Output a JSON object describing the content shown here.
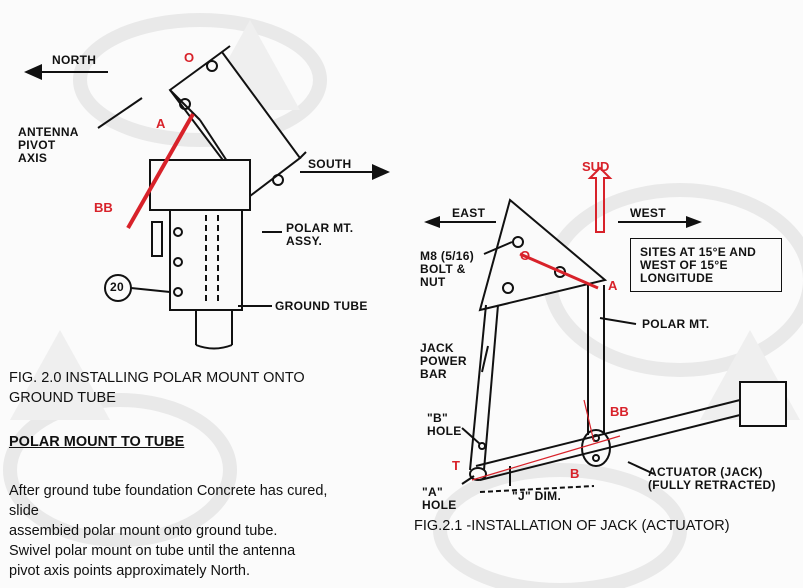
{
  "fig_left": {
    "label_north": "NORTH",
    "label_south": "SOUTH",
    "label_pivot_axis": "ANTENNA\nPIVOT\nAXIS",
    "label_polar_assy": "POLAR MT.\nASSY.",
    "label_ground_tube": "GROUND TUBE",
    "label_part_number": "20",
    "marker_O": "O",
    "marker_A": "A",
    "marker_BB": "BB",
    "caption": "FIG. 2.0 INSTALLING POLAR MOUNT ONTO\nGROUND TUBE"
  },
  "section": {
    "heading": "POLAR MOUNT TO TUBE",
    "body": "After ground tube foundation Concrete has cured,\nslide\nassembied polar mount onto ground tube.\nSwivel polar mount on tube until the antenna\npivot axis points approximately North."
  },
  "fig_right": {
    "label_east": "EAST",
    "label_west": "WEST",
    "label_sud": "SUD",
    "label_bolt": "M8 (5/16)\nBOLT &\nNUT",
    "label_sites": "SITES AT 15°E AND\nWEST OF 15°E\nLONGITUDE",
    "label_polar_mt": "POLAR MT.",
    "label_jack_power_bar": "JACK\nPOWER\nBAR",
    "label_b_hole": "\"B\"\nHOLE",
    "label_a_hole": "\"A\"\nHOLE",
    "label_j_dim": "\"J\" DIM.",
    "label_actuator": "ACTUATOR (JACK)\n(FULLY RETRACTED)",
    "marker_O": "O",
    "marker_A": "A",
    "marker_BB": "BB",
    "marker_B": "B",
    "marker_T": "T",
    "caption": "FIG.2.1 -INSTALLATION OF JACK (ACTUATOR)"
  },
  "colors": {
    "annotation_red": "#d8222a",
    "ink": "#111111",
    "watermark": "#ececec"
  }
}
